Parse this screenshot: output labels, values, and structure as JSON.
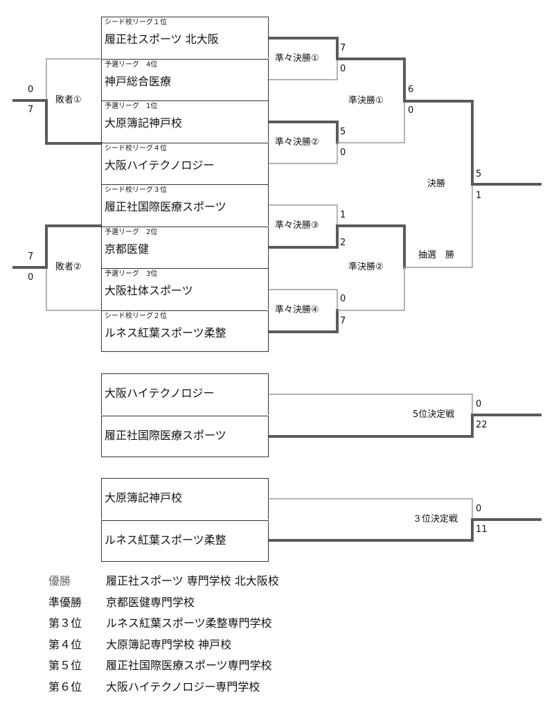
{
  "teams": [
    {
      "seed": "シード校リーグ１位",
      "name": "履正社スポーツ 北大阪"
    },
    {
      "seed": "予選リーグ　4位",
      "name": "神戸総合医療"
    },
    {
      "seed": "予選リーグ　1位",
      "name": "大原簿記神戸校"
    },
    {
      "seed": "シード校リーグ４位",
      "name": "大阪ハイテクノロジー"
    },
    {
      "seed": "シード校リーグ３位",
      "name": "履正社国際医療スポーツ"
    },
    {
      "seed": "予選リーグ　2位",
      "name": "京都医健"
    },
    {
      "seed": "予選リーグ　3位",
      "name": "大阪社体スポーツ"
    },
    {
      "seed": "シード校リーグ２位",
      "name": "ルネス紅葉スポーツ柔整"
    }
  ],
  "labels": {
    "loser1": "敗者①",
    "loser2": "敗者②",
    "qf1": "準々決勝①",
    "qf2": "準々決勝②",
    "qf3": "準々決勝③",
    "qf4": "準々決勝④",
    "sf1": "準決勝①",
    "sf2": "準決勝②",
    "final": "決勝",
    "lottery": "抽選　勝",
    "fifth": "5位決定戦",
    "third": "３位決定戦"
  },
  "scores": {
    "loser1_top": "0",
    "loser1_bottom": "7",
    "loser2_top": "7",
    "loser2_bottom": "0",
    "qf1_top": "7",
    "qf1_bottom": "0",
    "qf2_top": "5",
    "qf2_bottom": "0",
    "qf3_top": "1",
    "qf3_bottom": "2",
    "qf4_top": "0",
    "qf4_bottom": "7",
    "sf1_top": "6",
    "sf1_bottom": "0",
    "final_top": "5",
    "final_bottom": "1",
    "fifth_top": "0",
    "fifth_bottom": "22",
    "third_top": "0",
    "third_bottom": "11"
  },
  "fifth_place_game": {
    "team_a": "大阪ハイテクノロジー",
    "team_b": "履正社国際医療スポーツ"
  },
  "third_place_game": {
    "team_a": "大原簿記神戸校",
    "team_b": "ルネス紅葉スポーツ柔整"
  },
  "results": [
    {
      "rank": "優勝",
      "team": "履正社スポーツ 専門学校 北大阪校"
    },
    {
      "rank": "準優勝",
      "team": "京都医健専門学校"
    },
    {
      "rank": "第３位",
      "team": "ルネス紅葉スポーツ柔整専門学校"
    },
    {
      "rank": "第４位",
      "team": "大原簿記専門学校 神戸校"
    },
    {
      "rank": "第５位",
      "team": "履正社国際医療スポーツ専門学校"
    },
    {
      "rank": "第６位",
      "team": "大阪ハイテクノロジー専門学校"
    }
  ],
  "colors": {
    "winner_line": "#5a5a5a",
    "loser_line": "#9a9a9a"
  }
}
